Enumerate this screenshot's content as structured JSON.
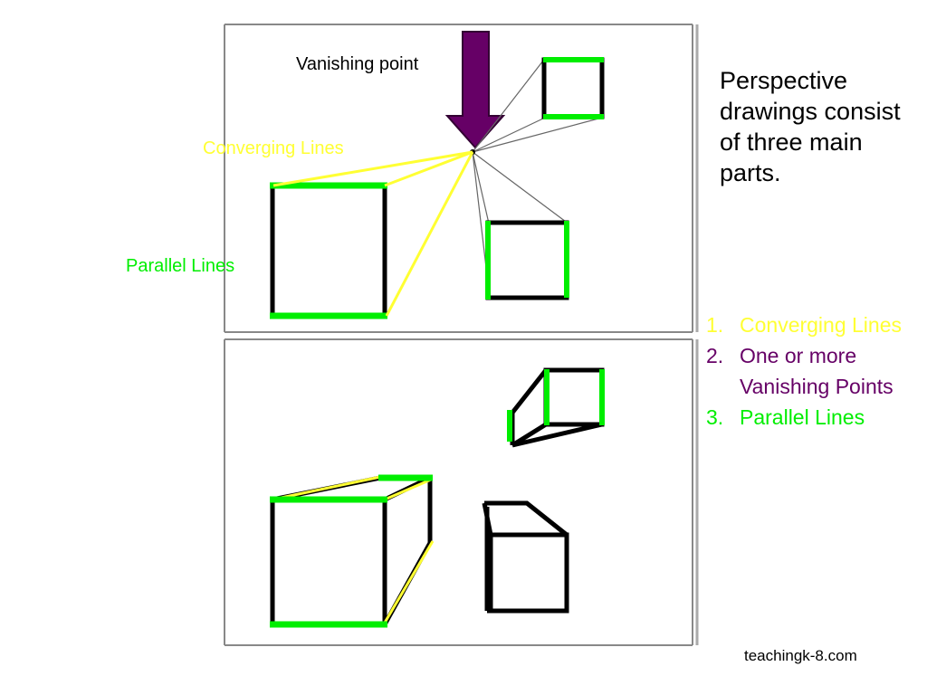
{
  "labels": {
    "vanishing_point": "Vanishing point",
    "converging_lines": "Converging Lines",
    "parallel_lines": "Parallel Lines"
  },
  "heading": "Perspective drawings consist of three main parts.",
  "parts": [
    {
      "number": "1.",
      "text": "Converging Lines",
      "color": "#ffff33"
    },
    {
      "number": "2.",
      "text": "One or more Vanishing Points",
      "color": "#660066"
    },
    {
      "number": "3.",
      "text": "Parallel Lines",
      "color": "#00ee00"
    }
  ],
  "source": "teachingk-8.com",
  "colors": {
    "converging": "#ffff33",
    "parallel": "#00ee00",
    "arrow": "#660066",
    "edge": "#000000"
  }
}
